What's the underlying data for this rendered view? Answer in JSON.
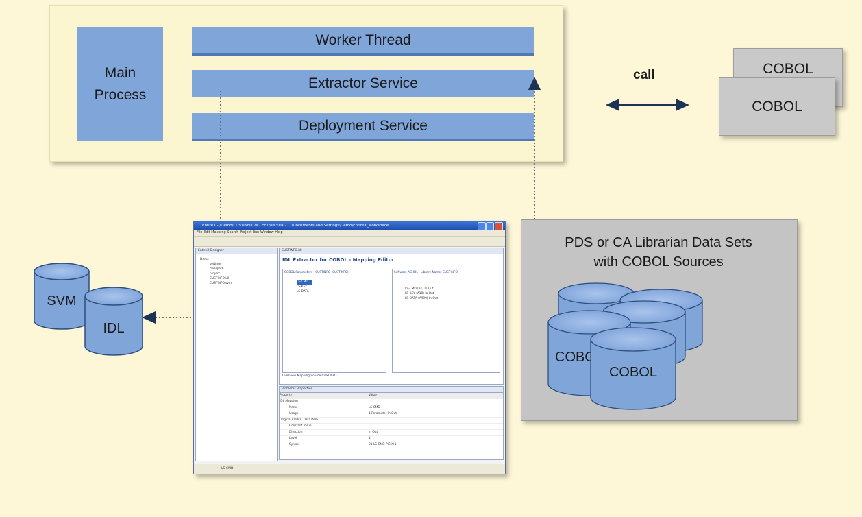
{
  "runtime": {
    "main_process": "Main\nProcess",
    "worker_thread": "Worker Thread",
    "extractor_service": "Extractor Service",
    "deployment_service": "Deployment Service"
  },
  "call_label": "call",
  "cobol_programs": [
    "COBOL",
    "COBOL"
  ],
  "pds": {
    "title": "PDS or CA Librarian Data Sets\nwith COBOL Sources",
    "sources": [
      "COBOL",
      "COBOL"
    ]
  },
  "repositories": {
    "svm": "SVM",
    "idl": "IDL"
  },
  "editor": {
    "window_title": "EntireX - /Demo/CUSTINFO.idl - Eclipse SDK - C:\\Documents and Settings\\Demo\\EntireX_workspace",
    "menu": "File  Edit  Mapping  Search  Project  Run  Window  Help",
    "designer_tab": "EntireX Designer",
    "editor_tab": "CUSTINFO.idl",
    "editor_title": "IDL Extractor for COBOL - Mapping Editor",
    "cobol_params_label": "COBOL Parameters - CUSTINFO (CUSTINFO)",
    "server_label": "Software AG IDL - Library Name: CUSTINFO",
    "tree_project": "Demo",
    "tree_files": [
      "settings",
      "classpath",
      "project",
      "CUSTINFO.idl",
      "CUSTINFO.svm"
    ],
    "cobol_fields": [
      "LS-CMD",
      "LS-KEY",
      "LS-DATA"
    ],
    "idl_fields": [
      "LS-CMD (A1) In Out",
      "LS-KEY (A10) In Out",
      "LS-DATA (A999) In Out"
    ],
    "editor_tabs": "Overview  Mapping  Source  CUSTINFO",
    "props_tabs": "Problems  Properties",
    "props_header": [
      "Property",
      "Value"
    ],
    "props_rows": [
      [
        "IDL Mapping",
        ""
      ],
      [
        "Name",
        "LS-CMD"
      ],
      [
        "Usage",
        "1 Parameter In Out"
      ],
      [
        "Original COBOL Data Item",
        ""
      ],
      [
        "Constant Value",
        ""
      ],
      [
        "Direction",
        "In Out"
      ],
      [
        "Level",
        "1"
      ],
      [
        "Syntax",
        "01 LS-CMD PIC X(1)"
      ]
    ],
    "status_text": "LS-CMD"
  }
}
